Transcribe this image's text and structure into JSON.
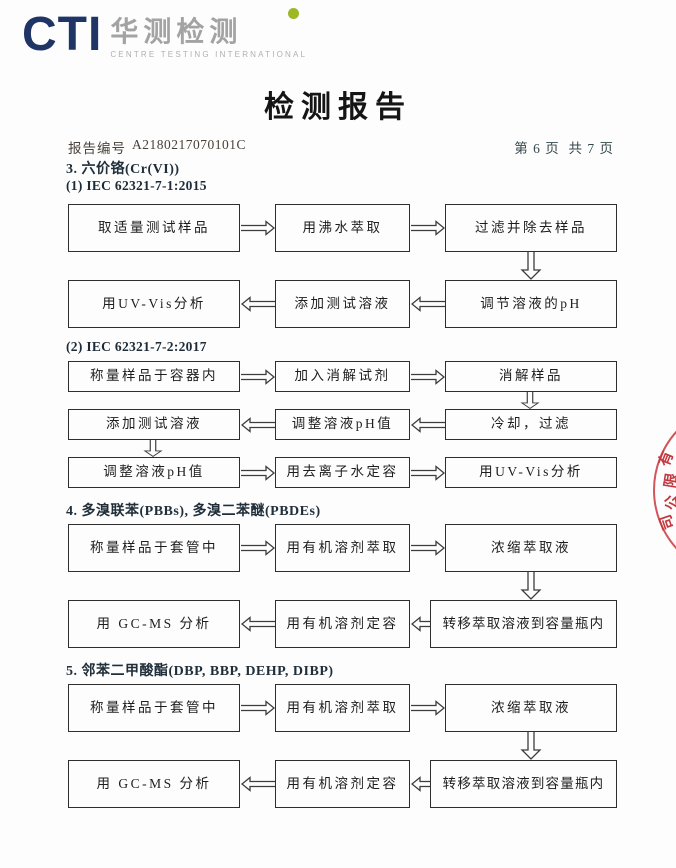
{
  "logo": {
    "acronym": "CTI",
    "cn_name": "华测检测",
    "en_name": "CENTRE TESTING INTERNATIONAL",
    "navy": "#1e3565",
    "green": "#9cb823",
    "gray": "#a3a3a3"
  },
  "page": {
    "title": "检测报告",
    "meta": {
      "report_no_label": "报告编号",
      "report_no": "A2180217070101C",
      "page_indicator": "第 6 页  共 7 页"
    }
  },
  "sections": {
    "s3": {
      "heading": "3. 六价铬(Cr(VI))",
      "sub1": "(1) IEC 62321-7-1:2015",
      "sub2": "(2) IEC 62321-7-2:2017"
    },
    "s4": {
      "heading": "4. 多溴联苯(PBBs), 多溴二苯醚(PBDEs)"
    },
    "s5": {
      "heading": "5. 邻苯二甲酸酯(DBP, BBP, DEHP, DIBP)"
    }
  },
  "flowcharts": {
    "cr6_iec1": {
      "row1": [
        "取适量测试样品",
        "用沸水萃取",
        "过滤并除去样品"
      ],
      "row2": [
        "用UV-Vis分析",
        "添加测试溶液",
        "调节溶液的pH"
      ]
    },
    "cr6_iec2": {
      "row1": [
        "称量样品于容器内",
        "加入消解试剂",
        "消解样品"
      ],
      "row2": [
        "添加测试溶液",
        "调整溶液pH值",
        "冷却，过滤"
      ],
      "row3": [
        "调整溶液pH值",
        "用去离子水定容",
        "用UV-Vis分析"
      ]
    },
    "pbb_pbde": {
      "row1": [
        "称量样品于套管中",
        "用有机溶剂萃取",
        "浓缩萃取液"
      ],
      "row2": [
        "用 GC-MS 分析",
        "用有机溶剂定容",
        "转移萃取溶液到容量瓶内"
      ]
    },
    "phthalates": {
      "row1": [
        "称量样品于套管中",
        "用有机溶剂萃取",
        "浓缩萃取液"
      ],
      "row2": [
        "用 GC-MS 分析",
        "用有机溶剂定容",
        "转移萃取溶液到容量瓶内"
      ]
    }
  },
  "stamp": {
    "chars": [
      "有",
      "限",
      "公",
      "司"
    ],
    "color": "#c23a40"
  }
}
